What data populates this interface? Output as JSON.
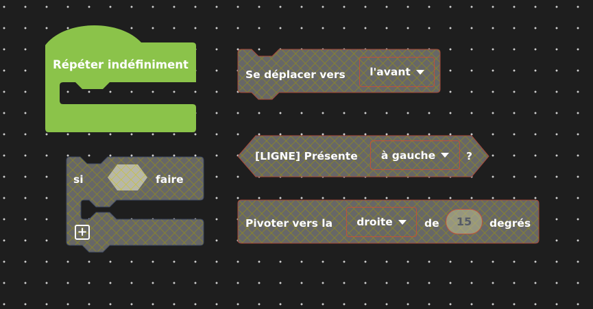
{
  "blocks": {
    "repeat": {
      "label": "Répéter indéfiniment",
      "color": "#8bc34a"
    },
    "move": {
      "label": "Se déplacer vers",
      "dropdown": "l'avant"
    },
    "line_sensor": {
      "label": "[LIGNE] Présente",
      "dropdown": "à gauche",
      "suffix": "?"
    },
    "rotate": {
      "label": "Pivoter vers la",
      "dropdown": "droite",
      "middle": "de",
      "value": "15",
      "unit": "degrés"
    },
    "if": {
      "label": "si",
      "do_label": "faire",
      "add_icon": "plus-square-icon"
    }
  },
  "colors": {
    "disabled_fill": "#666666",
    "hatch": "#8f8a20",
    "border": "#b04a3a",
    "background": "#1e1e1e"
  }
}
